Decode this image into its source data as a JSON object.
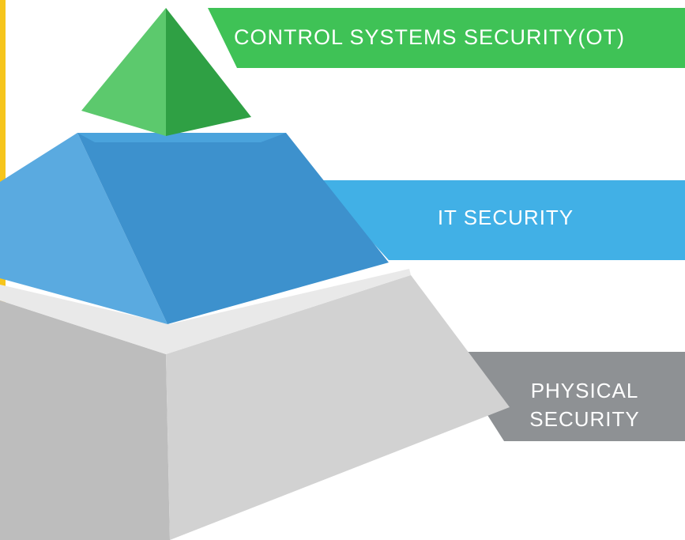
{
  "colors": {
    "accent_strip": "#f6c51c",
    "ot_banner": "#3fc256",
    "ot_pyramid_light": "#5cc96d",
    "ot_pyramid_dark": "#2fa044",
    "it_banner": "#41b0e6",
    "it_block_front": "#3d91cd",
    "it_block_top": "#4aa3dc",
    "physical_banner": "#8e9194",
    "physical_block_front": "#d2d2d2",
    "physical_block_top": "#e9e9e9"
  },
  "layers": {
    "top": {
      "label": "CONTROL SYSTEMS SECURITY(OT)"
    },
    "middle": {
      "label": "IT SECURITY"
    },
    "bottom": {
      "line1": "PHYSICAL",
      "line2": "SECURITY"
    }
  }
}
